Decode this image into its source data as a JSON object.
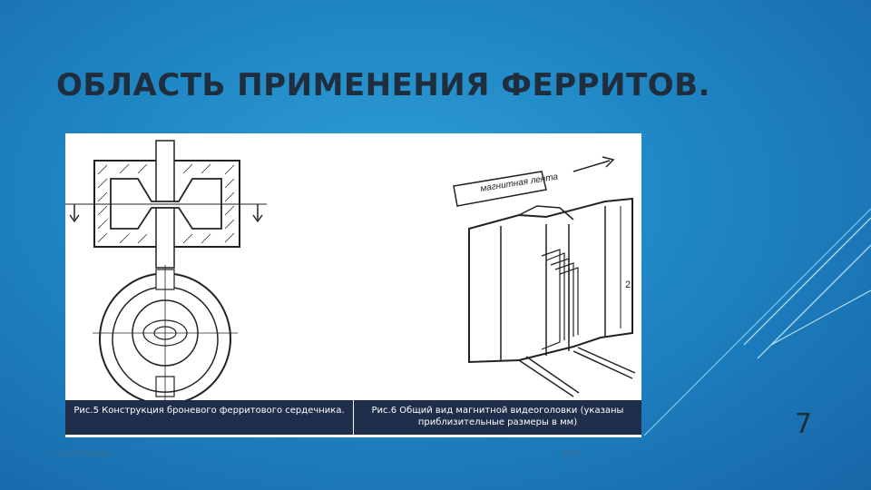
{
  "slide": {
    "title": "ОБЛАСТЬ ПРИМЕНЕНИЯ ФЕРРИТОВ.",
    "page_number": "7",
    "footer_left": "Шеек Рамазан",
    "footer_right": "4282"
  },
  "figure": {
    "caption_left": "Рис.5 Конструкция броневого ферритового сердечника.",
    "caption_right": "Рис.6 Общий вид магнитной видеоголовки (указаны приблизительные размеры в мм)",
    "tape_label": "магнитная лента",
    "dimension_label": "2"
  }
}
